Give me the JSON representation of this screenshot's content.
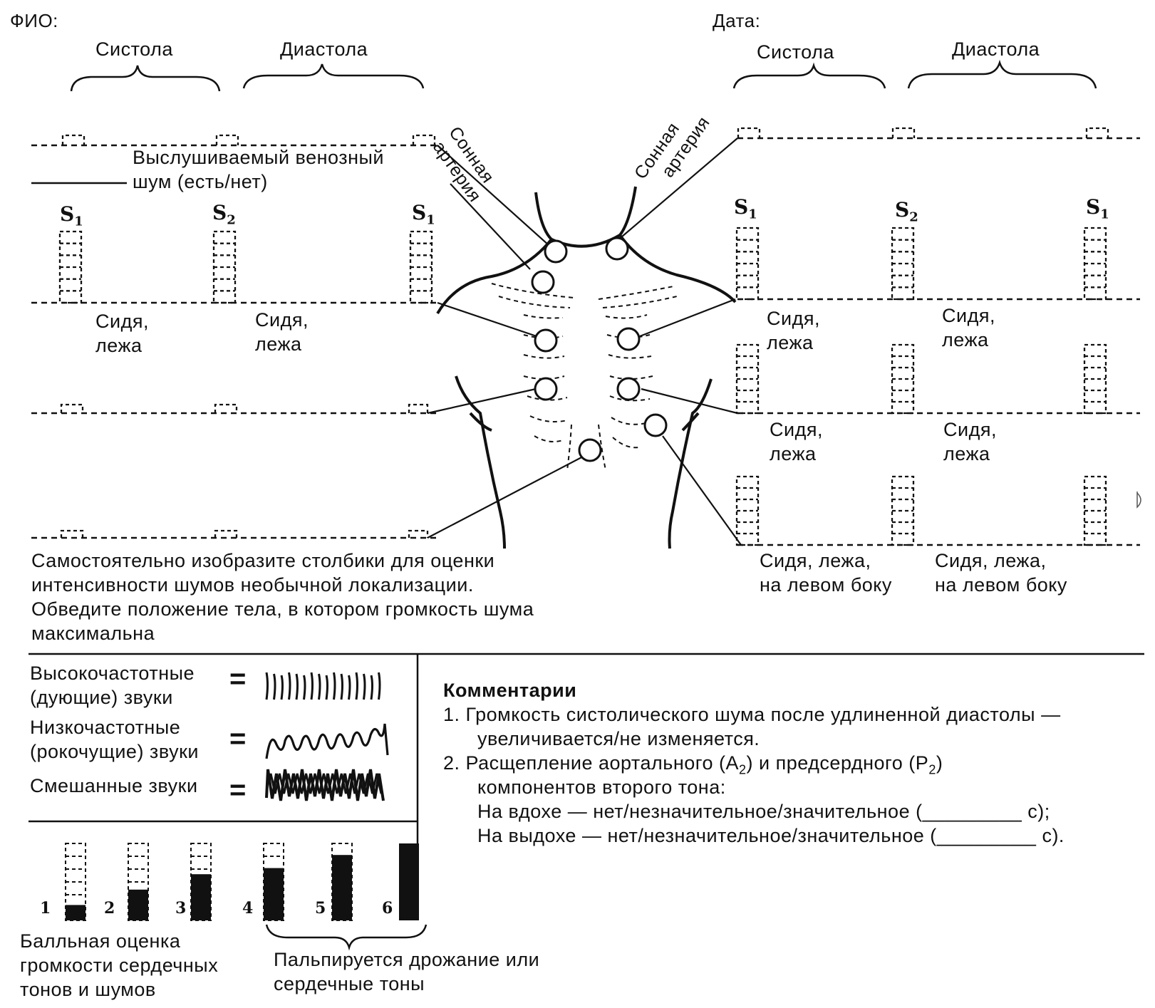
{
  "header": {
    "name_label": "ФИО:",
    "date_label": "Дата:"
  },
  "left": {
    "systole": "Систола",
    "diastole": "Диастола"
  },
  "right": {
    "systole": "Систола",
    "diastole": "Диастола"
  },
  "carotid_left": [
    "Сонная",
    "артерия"
  ],
  "carotid_right": [
    "Сонная",
    "артерия"
  ],
  "venous_hum": [
    "Выслушиваемый венозный",
    "шум (есть/нет)"
  ],
  "s_labels": {
    "s1": "S",
    "s1_sub": "1",
    "s2": "S",
    "s2_sub": "2"
  },
  "positions": {
    "sit_lie_1": "Сидя,",
    "sit_lie_2": "лежа",
    "sit_lie_left_1": "Сидя, лежа,",
    "sit_lie_left_2": "на левом боку"
  },
  "instructions": [
    "Самостоятельно изобразите столбики для оценки",
    "интенсивности шумов необычной локализации.",
    "Обведите положение тела, в котором громкость шума",
    "максимальна"
  ],
  "legend": {
    "high": [
      "Высокочастотные",
      "(дующие) звуки"
    ],
    "low": [
      "Низкочастотные",
      "(рокочущие) звуки"
    ],
    "mixed": "Смешанные звуки",
    "equals": "="
  },
  "grades": {
    "values": [
      1,
      2,
      3,
      4,
      5,
      6
    ],
    "fill_fraction": [
      0.2,
      0.4,
      0.6,
      0.68,
      0.85,
      1.0
    ],
    "caption": [
      "Балльная оценка",
      "громкости сердечных",
      "тонов и шумов"
    ],
    "palpable": [
      "Пальпируется дрожание или",
      "сердечные тоны"
    ]
  },
  "comments": {
    "title": "Комментарии",
    "c1a": "1. Громкость систолического шума после удлиненной диастолы —",
    "c1b": "увеличивается/не изменяется.",
    "c2a_pre": "2. Расщепление аортального (A",
    "c2a_sub1": "2",
    "c2a_mid": ") и предсердного (P",
    "c2a_sub2": "2",
    "c2a_post": ")",
    "c2b": "компонентов второго тона:",
    "c2c": "На вдохе — нет/незначительное/значительное (_________ с);",
    "c2d": "На выдохе — нет/незначительное/значительное (_________ с)."
  }
}
